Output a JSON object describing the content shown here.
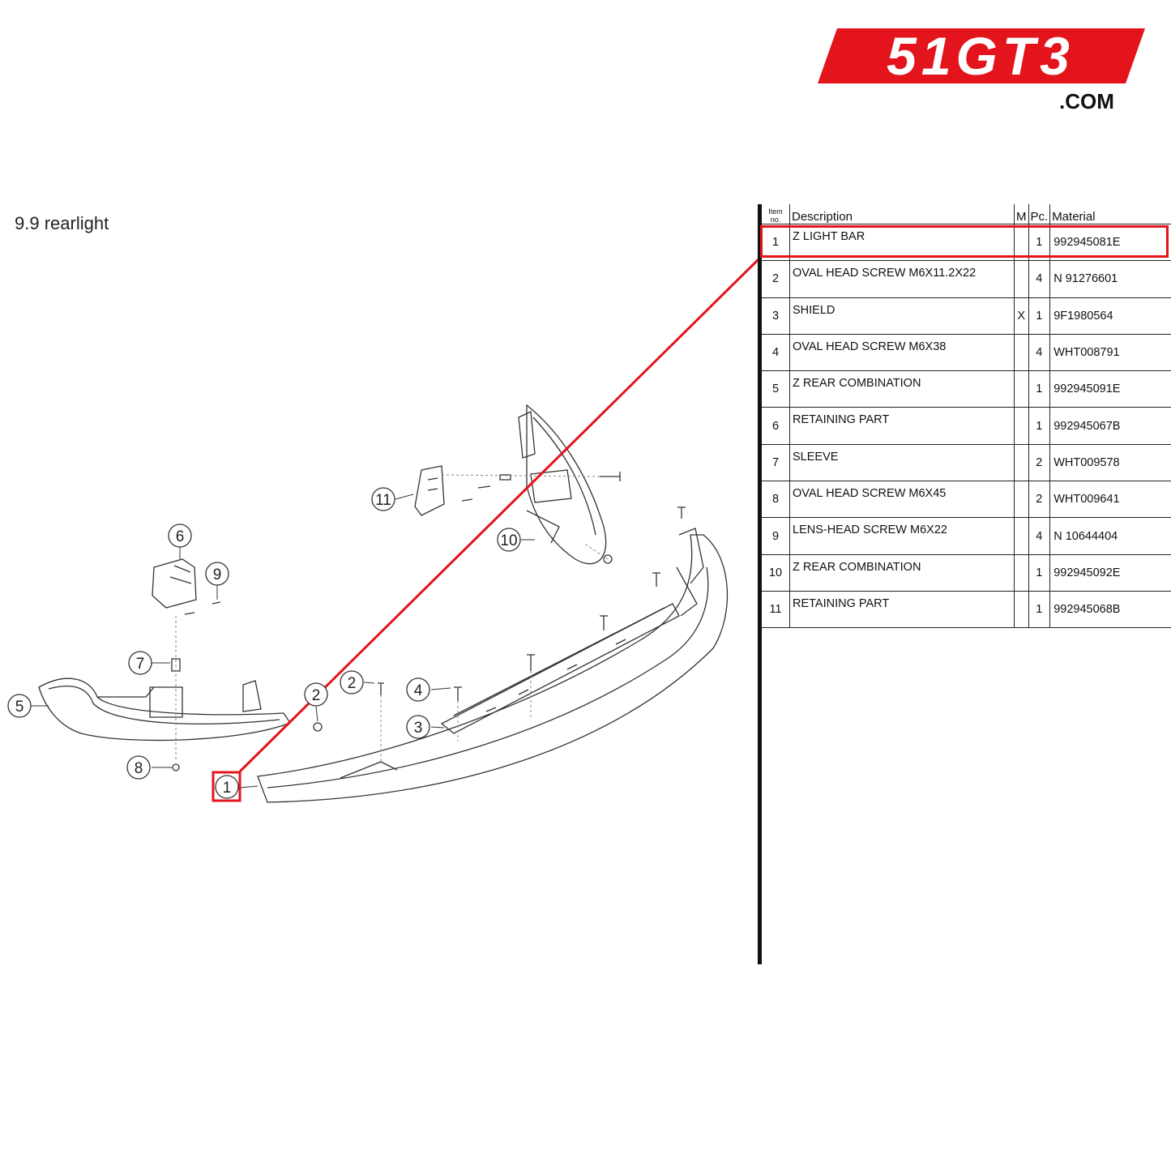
{
  "logo": {
    "text": "51GT3",
    "domain": ".COM",
    "color": "#e3141b"
  },
  "section": {
    "title": "9.9  rearlight"
  },
  "highlight_color": "#e3141b",
  "callouts": [
    {
      "label": "1"
    },
    {
      "label": "2"
    },
    {
      "label": "2"
    },
    {
      "label": "3"
    },
    {
      "label": "4"
    },
    {
      "label": "5"
    },
    {
      "label": "6"
    },
    {
      "label": "7"
    },
    {
      "label": "8"
    },
    {
      "label": "9"
    },
    {
      "label": "10"
    },
    {
      "label": "11"
    }
  ],
  "table": {
    "headers": {
      "item": "Item no.",
      "description": "Description",
      "m": "M",
      "pc": "Pc.",
      "material": "Material"
    },
    "rows": [
      {
        "item": "1",
        "description": "Z LIGHT BAR",
        "m": "",
        "pc": "1",
        "material": "992945081E"
      },
      {
        "item": "2",
        "description": "OVAL HEAD SCREW M6X11.2X22",
        "m": "",
        "pc": "4",
        "material": "N 91276601"
      },
      {
        "item": "3",
        "description": "SHIELD",
        "m": "X",
        "pc": "1",
        "material": "9F1980564"
      },
      {
        "item": "4",
        "description": "OVAL HEAD SCREW M6X38",
        "m": "",
        "pc": "4",
        "material": "WHT008791"
      },
      {
        "item": "5",
        "description": "Z REAR COMBINATION",
        "m": "",
        "pc": "1",
        "material": "992945091E"
      },
      {
        "item": "6",
        "description": "RETAINING PART",
        "m": "",
        "pc": "1",
        "material": "992945067B"
      },
      {
        "item": "7",
        "description": "SLEEVE",
        "m": "",
        "pc": "2",
        "material": "WHT009578"
      },
      {
        "item": "8",
        "description": "OVAL HEAD SCREW M6X45",
        "m": "",
        "pc": "2",
        "material": "WHT009641"
      },
      {
        "item": "9",
        "description": "LENS-HEAD SCREW M6X22",
        "m": "",
        "pc": "4",
        "material": "N 10644404"
      },
      {
        "item": "10",
        "description": "Z REAR COMBINATION",
        "m": "",
        "pc": "1",
        "material": "992945092E"
      },
      {
        "item": "11",
        "description": "RETAINING PART",
        "m": "",
        "pc": "1",
        "material": "992945068B"
      }
    ]
  }
}
